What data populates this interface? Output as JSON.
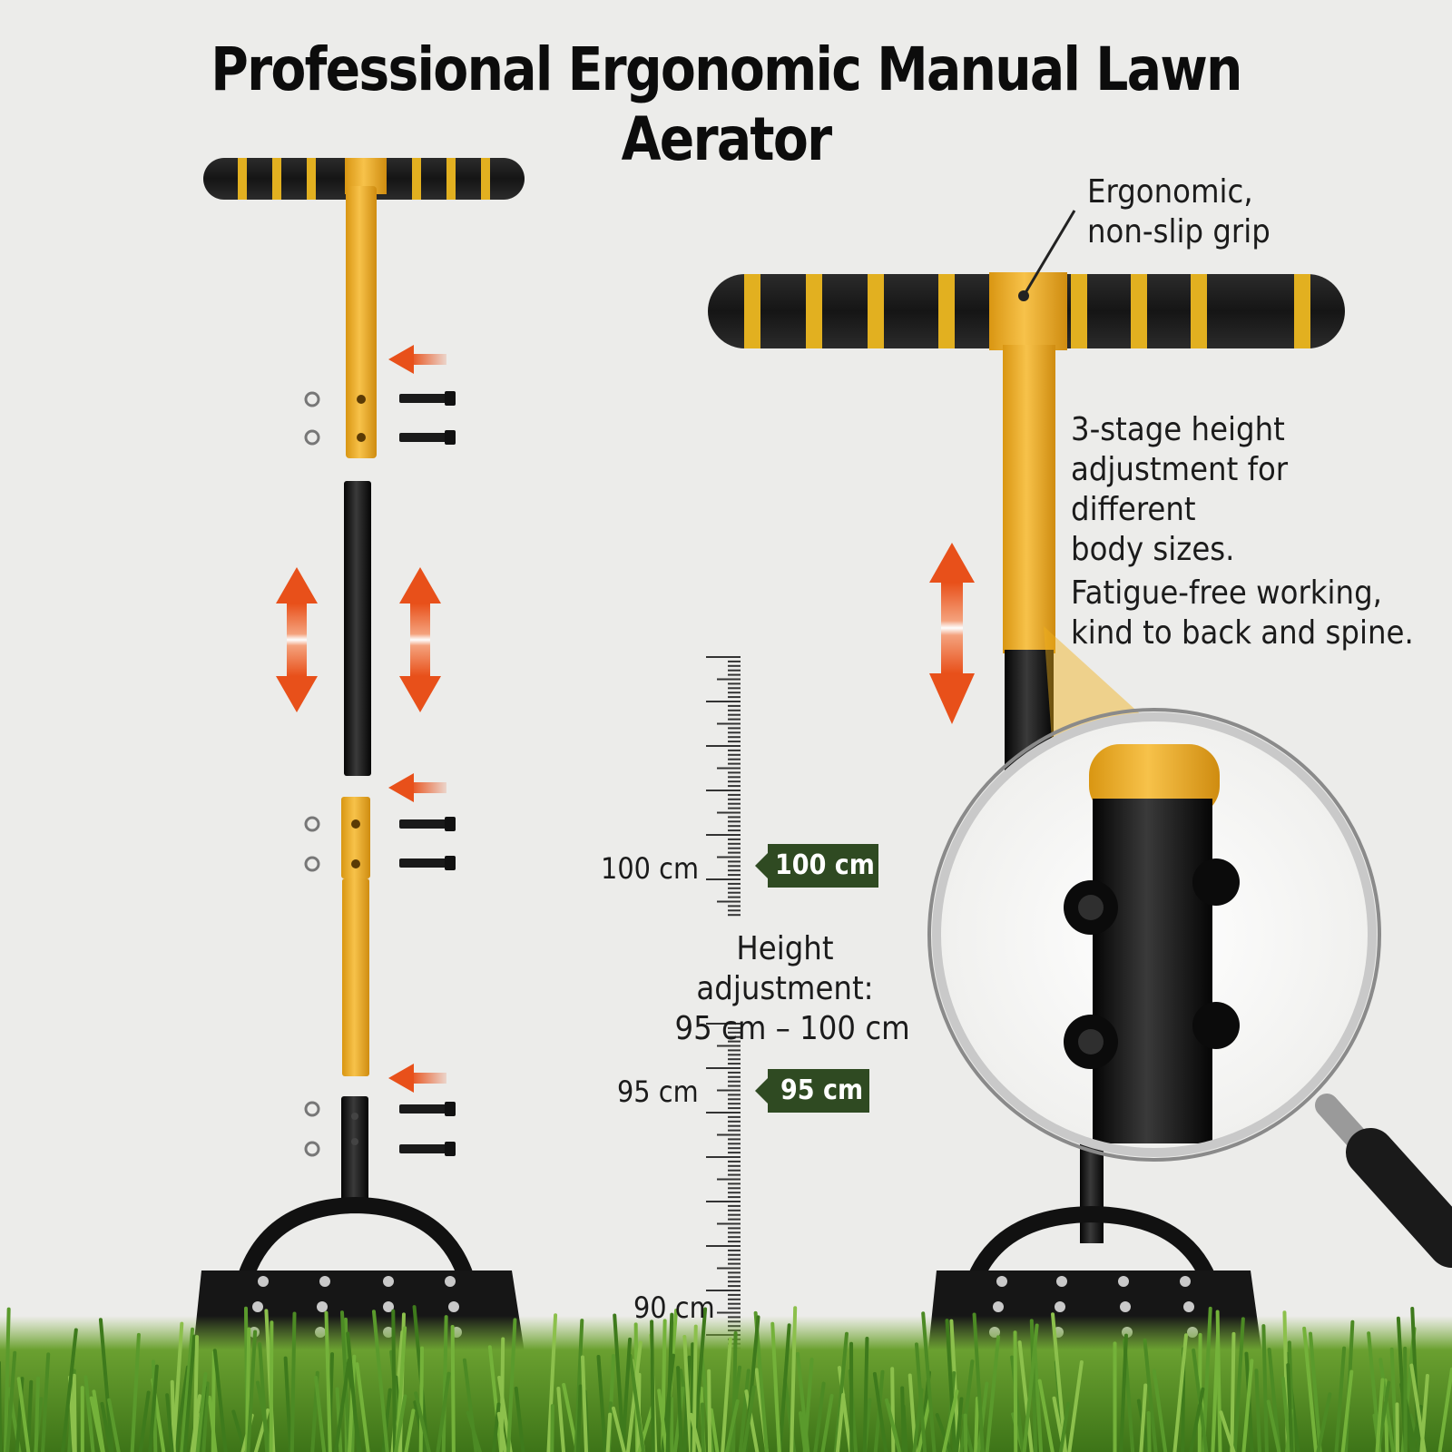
{
  "title": "Professional Ergonomic Manual Lawn Aerator",
  "callouts": {
    "grip_line1": "Ergonomic,",
    "grip_line2": "non-slip grip",
    "height_line1": "3-stage height",
    "height_line2": "adjustment for different",
    "height_line3": "body sizes.",
    "fatigue_line1": "Fatigue-free working,",
    "fatigue_line2": "kind to back and spine."
  },
  "scale": {
    "label_100": "100 cm",
    "label_95": "95 cm",
    "label_90": "90 cm",
    "badge_100": "100 cm",
    "badge_95": "95 cm",
    "range_line1": "Height adjustment:",
    "range_line2": "95 cm – 100 cm"
  },
  "colors": {
    "handle_yellow": "#f2b21b",
    "foam_black": "#1a1a1a",
    "arrow_orange": "#e8501a",
    "badge_green": "#2f4a22",
    "grass_green": "#4f8a24"
  }
}
